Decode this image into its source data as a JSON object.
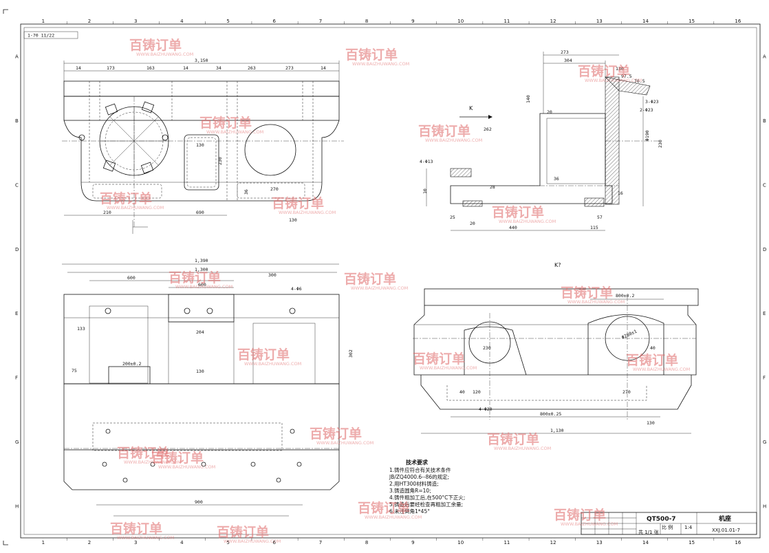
{
  "drawing": {
    "corner_tag": "1-70 11/22",
    "view_label_k": "K",
    "view_label_kview": "K?",
    "grid_cols": [
      "1",
      "2",
      "3",
      "4",
      "5",
      "6",
      "7",
      "8",
      "9",
      "10",
      "11",
      "12",
      "13",
      "14",
      "15",
      "16"
    ],
    "grid_rows": [
      "A",
      "B",
      "C",
      "D",
      "E",
      "F",
      "G",
      "H"
    ]
  },
  "front_view": {
    "dims": [
      "3,150",
      "14",
      "173",
      "163",
      "14",
      "34",
      "263",
      "273",
      "14",
      "130",
      "230",
      "270",
      "36",
      "210",
      "690",
      "130"
    ]
  },
  "side_view": {
    "dims": [
      "273",
      "304",
      "130",
      "97.5",
      "76.5",
      "3-Φ23",
      "2-Φ23",
      "140",
      "20",
      "262",
      "Φ190",
      "230",
      "4-Φ13",
      "10",
      "20",
      "25",
      "440",
      "115",
      "36",
      "57",
      "16",
      "28"
    ]
  },
  "top_view": {
    "dims": [
      "1,390",
      "1,300",
      "600",
      "300",
      "600",
      "4-Φ6",
      "133",
      "204",
      "200±0.2",
      "75",
      "130",
      "302",
      "900"
    ]
  },
  "section_view": {
    "dims": [
      "800±0.2",
      "Φ280±1",
      "230",
      "40",
      "270",
      "4-Φ20",
      "120",
      "40",
      "800±0.25",
      "1,130",
      "130"
    ]
  },
  "notes": {
    "title": "技术要求",
    "lines": [
      "1.铸件应符合有关技术条件",
      "JB/ZQ4000.6--86的规定;",
      "2.用HT300材料铸造;",
      "3.铸造圆角R=10;",
      "4.铸件粗加工后,在500°C下正火;",
      "5.铸造后要经检查再粗加工余量;",
      "6.未注倒角1*45°"
    ]
  },
  "title_block": {
    "part_code": "QT500-7",
    "part_name": "机座",
    "drawing_no": "XXJ.01.01-7",
    "scale_label": "比 例",
    "scale_value": "1:4",
    "sheet_label": "共 1/1 张"
  },
  "watermark": {
    "brand": "百铸订单",
    "url": "WWW.BAIZHUWANG.COM",
    "color": "#e06a6a"
  }
}
